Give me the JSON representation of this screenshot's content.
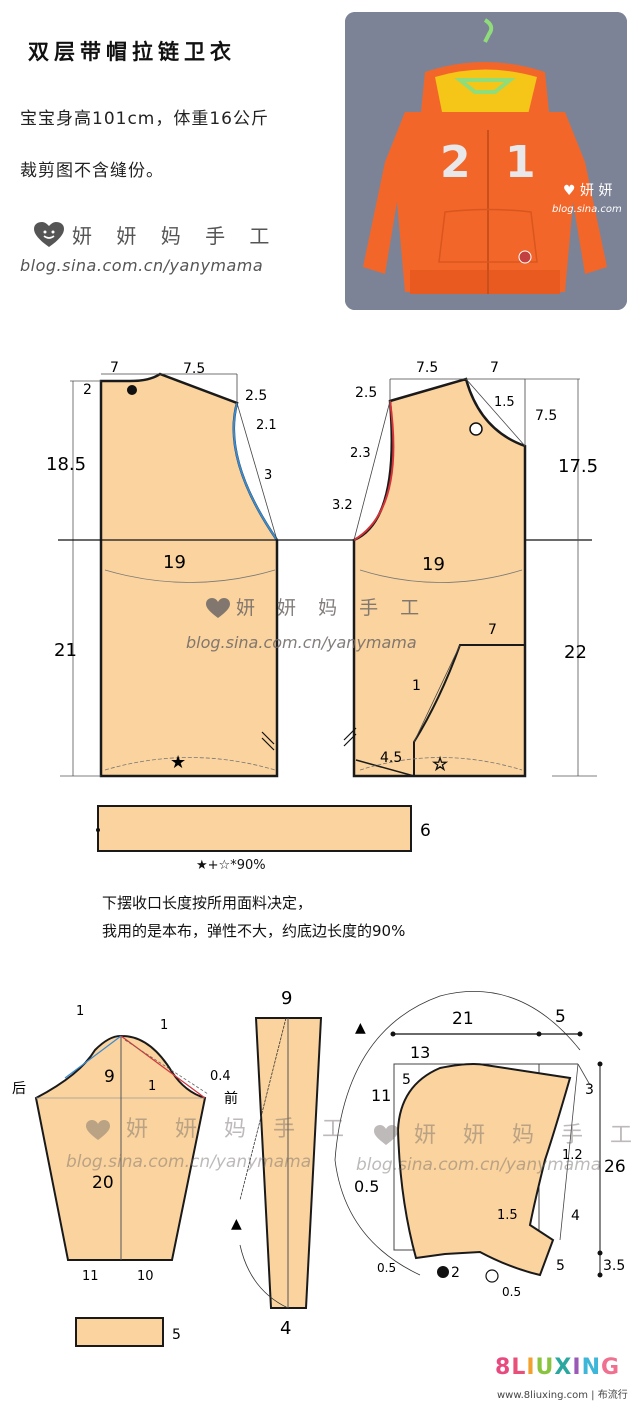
{
  "header": {
    "title": "双层带帽拉链卫衣",
    "info_line1": "宝宝身高101cm，体重16公斤",
    "info_line2": "裁剪图不含缝份。",
    "brand_name": "妍 妍 妈 手 工",
    "brand_url": "blog.sina.com.cn/yanymama"
  },
  "photo": {
    "subject": "orange hoodie with yellow-lined hood on green hanger",
    "numbers": "2 1",
    "watermark_name": "妍 妍",
    "watermark_url": "blog.sina.com",
    "colors": {
      "background": "#7c8397",
      "body": "#f2662a",
      "hood_lining": "#f5c518",
      "hanger": "#8fdc7a",
      "patch": "#e8e8ea"
    }
  },
  "watermark": {
    "name": "妍 妍 妈 手 工",
    "url": "blog.sina.com.cn/yanymama",
    "icon": "heart-smile-icon"
  },
  "back_bodice": {
    "labels": {
      "neck_width": "7",
      "shoulder_width": "7.5",
      "neck_drop": "2",
      "shoulder_drop": "2.5",
      "armhole_1": "2.1",
      "armhole_2": "3",
      "armhole_depth": "18.5",
      "chest_width": "19",
      "lower_length": "21"
    },
    "hem_marker": "★"
  },
  "front_bodice": {
    "labels": {
      "shoulder_width": "7.5",
      "neck_width": "7",
      "shoulder_drop": "2.5",
      "neck_curve": "1.5",
      "neck_depth": "7.5",
      "armhole_1": "2.3",
      "armhole_2": "3.2",
      "armhole_depth": "17.5",
      "chest_width": "19",
      "lower_length": "22",
      "pocket_width": "7",
      "pocket_curve": "1",
      "pocket_offset": "4.5"
    },
    "hem_marker": "☆"
  },
  "hem_band": {
    "height_label": "6",
    "formula": "★+☆*90%",
    "note_line1": "下摆收口长度按所用面料决定，",
    "note_line2": "我用的是本布，弹性不大，约底边长度的90%"
  },
  "sleeve": {
    "labels": {
      "back": "后",
      "front": "前",
      "cap_back": "1",
      "cap_front": "1",
      "cap_inner": "1",
      "cap_offset": "0.4",
      "cap_height": "9",
      "length": "20",
      "hem_back": "11",
      "hem_front": "10"
    },
    "cuff_label": "5"
  },
  "hood_strip": {
    "top_label": "9",
    "bottom_label": "4",
    "marker": "▲"
  },
  "hood": {
    "labels": {
      "top_width": "21",
      "top_ext": "5",
      "inner_width": "13",
      "corner_curve": "5",
      "side_height": "11",
      "tip": "3",
      "front_curve": "1.2",
      "total_height": "26",
      "back_curve": "0.5",
      "notch": "1.5",
      "notch_width": "4",
      "bottom_left": "0.5",
      "neck_drop": "2",
      "bottom_mid": "0.5",
      "bottom_right": "5",
      "extension": "3.5"
    },
    "marker": "▲"
  },
  "footer": {
    "logo": "8LIUXING",
    "url": "www.8liuxing.com | 布流行"
  },
  "colors": {
    "fabric": "#fad39e",
    "outline": "#1a1a1a",
    "back_armhole": "#3a8ad0",
    "front_armhole": "#d4333a",
    "guide": "#666666"
  }
}
